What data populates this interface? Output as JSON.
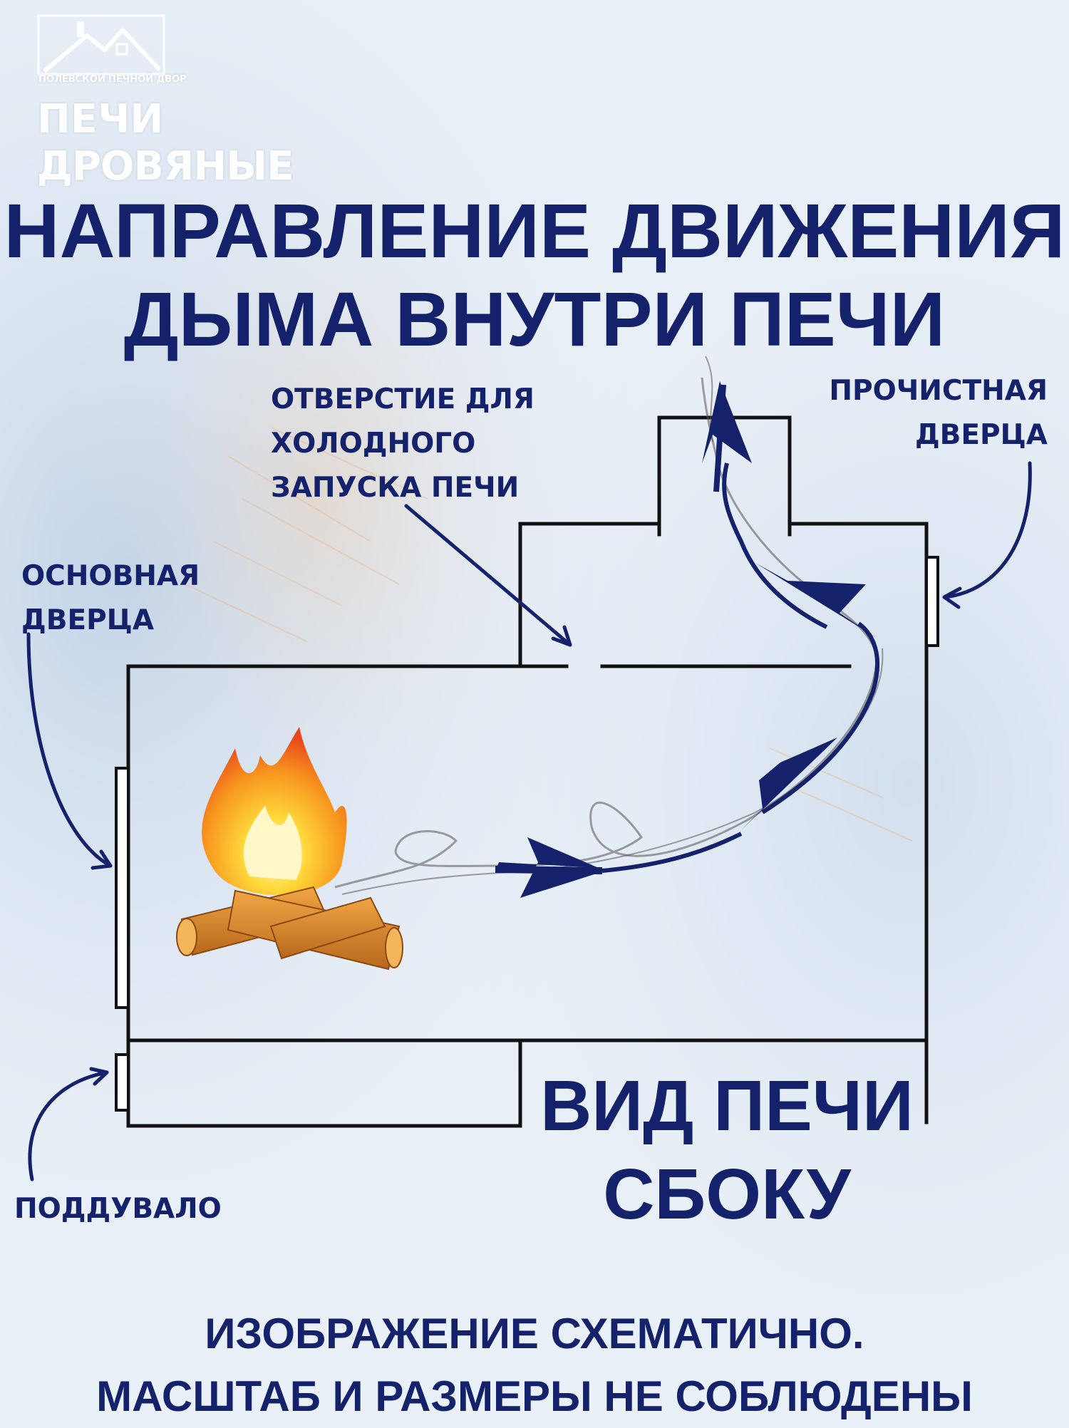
{
  "logo": {
    "company": "ПОЛЕВСКОЙ ПЕЧНОЙ ДВОР",
    "line1": "ПЕЧИ",
    "line2": "ДРОВЯНЫЕ"
  },
  "title": {
    "line1": "НАПРАВЛЕНИЕ ДВИЖЕНИЯ",
    "line2": "ДЫМА ВНУТРИ ПЕЧИ"
  },
  "labels": {
    "cold_start_hole": [
      "ОТВЕРСТИЕ ДЛЯ",
      "ХОЛОДНОГО",
      "ЗАПУСКА ПЕЧИ"
    ],
    "cleaning_door": [
      "ПРОЧИСТНАЯ",
      "ДВЕРЦА"
    ],
    "main_door": [
      "ОСНОВНАЯ",
      "ДВЕРЦА"
    ],
    "ash_pit": "ПОДДУВАЛО"
  },
  "view_caption": {
    "line1": "ВИД ПЕЧИ",
    "line2": "СБОКУ"
  },
  "disclaimer": {
    "line1": "ИЗОБРАЖЕНИЕ СХЕМАТИЧНО.",
    "line2": "МАСШТАБ И РАЗМЕРЫ НЕ СОБЛЮДЕНЫ"
  },
  "colors": {
    "text": "#14216b",
    "arrow": "#14216b",
    "stove_outline": "#111111",
    "smoke": "#555555",
    "flame_outer": "#f05a14",
    "flame_inner": "#ffd93a",
    "wood": "#d98a2b"
  }
}
